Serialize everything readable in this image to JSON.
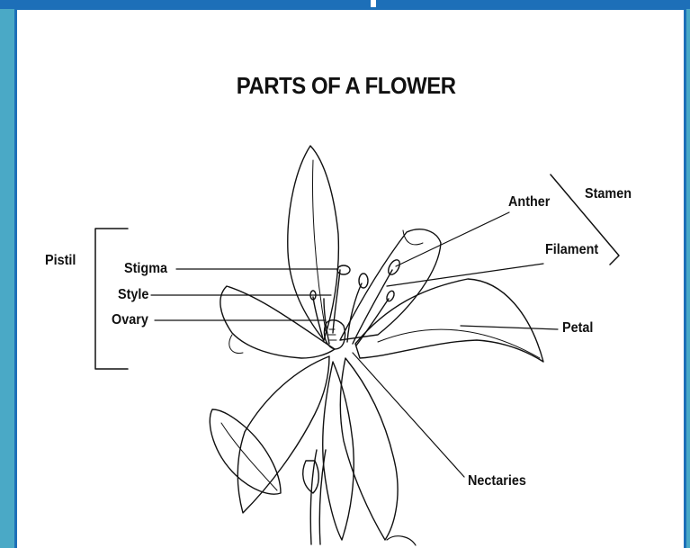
{
  "title": "PARTS OF A FLOWER",
  "labels": {
    "pistil": "Pistil",
    "stigma": "Stigma",
    "style": "Style",
    "ovary": "Ovary",
    "anther": "Anther",
    "stamen": "Stamen",
    "filament": "Filament",
    "petal": "Petal",
    "nectaries": "Nectaries"
  },
  "colors": {
    "frame_bg": "#4aa9c6",
    "frame_border": "#1d6fb8",
    "paper": "#ffffff",
    "ink": "#111111"
  }
}
